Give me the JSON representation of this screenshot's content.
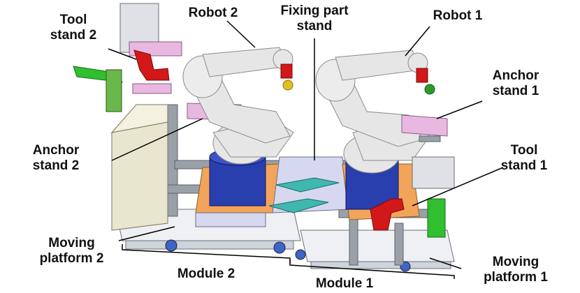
{
  "labels": {
    "tool_stand_2": [
      "Tool",
      "stand 2"
    ],
    "robot_2": [
      "Robot 2"
    ],
    "fixing_part_stand": [
      "Fixing part",
      "stand"
    ],
    "robot_1": [
      "Robot 1"
    ],
    "anchor_stand_1": [
      "Anchor",
      "stand 1"
    ],
    "anchor_stand_2": [
      "Anchor",
      "stand 2"
    ],
    "tool_stand_1": [
      "Tool",
      "stand 1"
    ],
    "moving_platform_2": [
      "Moving",
      "platform 2"
    ],
    "module_2": [
      "Module 2"
    ],
    "module_1": [
      "Module 1"
    ],
    "moving_platform_1": [
      "Moving",
      "platform 1"
    ]
  },
  "colors": {
    "robot_white": "#e6e6e6",
    "robot_shadow": "#b5b5b5",
    "robot_base_blue": "#2a3fae",
    "tool_red": "#d21818",
    "gripper_yellow": "#e0c020",
    "gripper_green": "#2e9a2e",
    "fixture_cyan": "#3fb8b0",
    "plate_orange": "#f2a55a",
    "plate_lavender": "#d6d8f0",
    "stand_pink": "#e8b8e0",
    "frame_grey": "#9aa0a8",
    "cabinet_beige": "#e9e6cf",
    "leader_line": "#000000"
  }
}
